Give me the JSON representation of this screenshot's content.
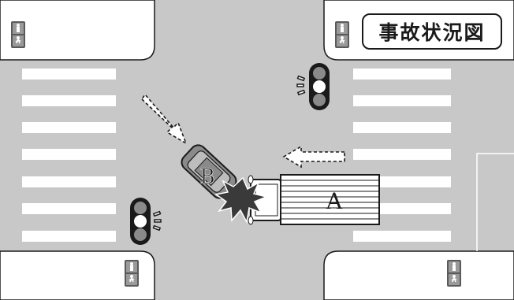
{
  "title": "事故状況図",
  "vehicles": {
    "a": {
      "label": "A"
    },
    "b": {
      "label": "B"
    }
  },
  "colors": {
    "road": "#c8c8c8",
    "sidewalk": "#ffffff",
    "outline": "#1a1a1a",
    "crosswalk": "#ffffff",
    "impact": "#333333"
  },
  "traffic_signals": [
    {
      "id": "signal-right",
      "lit": "middle"
    },
    {
      "id": "signal-left",
      "lit": "middle"
    }
  ],
  "pedestrian_signals": [
    {
      "id": "ped-top-left",
      "icons": [
        "stop-figure-icon",
        "walk-figure-icon"
      ]
    },
    {
      "id": "ped-top-right",
      "icons": [
        "stop-figure-icon",
        "walk-figure-icon"
      ]
    },
    {
      "id": "ped-bottom-left",
      "icons": [
        "stop-figure-icon",
        "walk-figure-icon"
      ]
    },
    {
      "id": "ped-bottom-right",
      "icons": [
        "stop-figure-icon",
        "walk-figure-icon"
      ]
    }
  ],
  "arrows": [
    {
      "id": "arrow-b-direction",
      "icon": "dashed-arrow-icon"
    },
    {
      "id": "arrow-a-direction",
      "icon": "dashed-arrow-icon"
    }
  ]
}
